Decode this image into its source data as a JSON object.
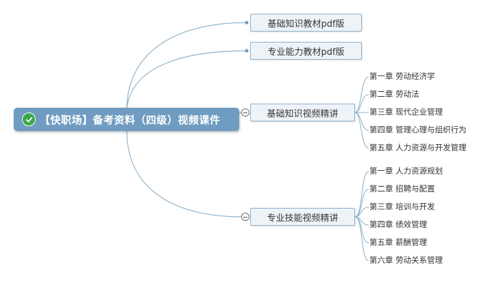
{
  "root": {
    "label": "【快职场】备考资料（四级）视频课件",
    "icon": "check-circle-icon"
  },
  "branches": [
    {
      "label": "基础知识教材pdf版"
    },
    {
      "label": "专业能力教材pdf版"
    },
    {
      "label": "基础知识视频精讲",
      "children": [
        "第一章 劳动经济学",
        "第二章 劳动法",
        "第三章 现代企业管理",
        "第四章 管理心理与组织行为",
        "第五章 人力资源与开发管理"
      ]
    },
    {
      "label": "专业技能视频精讲",
      "children": [
        "第一章 人力资源规划",
        "第二章 招聘与配置",
        "第三章 培训与开发",
        "第四章 绩效管理",
        "第五章 薪酬管理",
        "第六章 劳动关系管理"
      ]
    }
  ],
  "colors": {
    "root_fill": "#6f9cc0",
    "connector": "#8fb3cc",
    "branch_fill": "#eef3f8",
    "branch_border": "#8eb0ca",
    "check_green": "#3aa94a"
  }
}
